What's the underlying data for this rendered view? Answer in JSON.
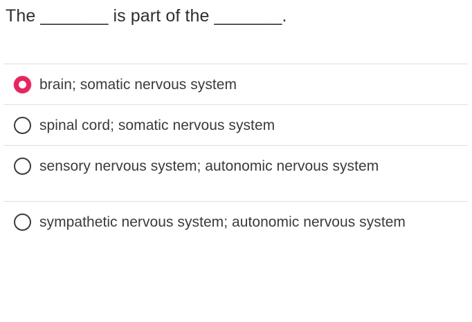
{
  "question": {
    "text": "The _______ is part of the _______."
  },
  "options": [
    {
      "id": "brain-somatic",
      "label": "brain; somatic nervous system",
      "selected": true,
      "radio_icon": "radio-selected-icon"
    },
    {
      "id": "spinal-cord-somatic",
      "label": "spinal cord; somatic nervous system",
      "selected": false,
      "radio_icon": "radio-unselected-icon"
    },
    {
      "id": "sensory-autonomic",
      "label": "sensory nervous system; autonomic nervous system",
      "selected": false,
      "radio_icon": "radio-unselected-icon"
    },
    {
      "id": "sympathetic-autonomic",
      "label": "sympathetic nervous system; autonomic nervous system",
      "selected": false,
      "radio_icon": "radio-unselected-icon"
    }
  ],
  "colors": {
    "background": "#ffffff",
    "question_text": "#2e2e2e",
    "option_text": "#3a3a3a",
    "divider": "#dededc",
    "radio_selected": "#e8255f",
    "radio_unselected": "#3b3b3b"
  }
}
